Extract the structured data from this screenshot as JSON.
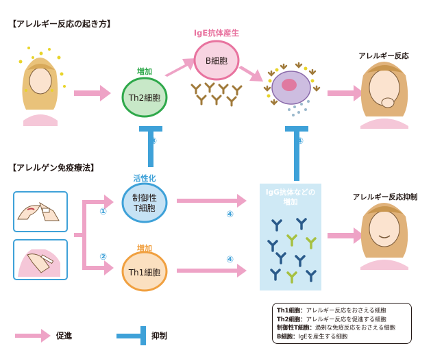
{
  "title_reaction": "【アレルギー反応の起き方】",
  "title_therapy": "【アレルゲン免疫療法】",
  "ige_production": "IgE抗体産生",
  "b_cell": "B細胞",
  "th2_increase": "増加",
  "th2_cell": "Th2細胞",
  "reaction_label": "アレルギー反応",
  "activation": "活性化",
  "treg_line1": "制御性",
  "treg_line2": "T細胞",
  "th1_increase": "増加",
  "th1_cell": "Th1細胞",
  "igg_line1": "IgG抗体などの",
  "igg_line2": "増加",
  "suppression_label": "アレルギー反応抑制",
  "num1": "①",
  "num2": "②",
  "num3": "③",
  "num4": "④",
  "legend_promote": "促進",
  "legend_suppress": "抑制",
  "definitions": [
    {
      "term": "Th1細胞：",
      "desc": "アレルギー反応をおさえる細胞"
    },
    {
      "term": "Th2細胞：",
      "desc": "アレルギー反応を促進する細胞"
    },
    {
      "term": "制御性T細胞：",
      "desc": "過剰な免疫反応をおさえる細胞"
    },
    {
      "term": "B細胞：",
      "desc": "IgEを産生する細胞"
    }
  ],
  "colors": {
    "promote_arrow": "#eea3c6",
    "suppress_bar": "#3ea1d8",
    "th2_green": "#2ea84a",
    "b_pink": "#e8739f",
    "th1_orange": "#f0a040",
    "igg_bg": "#cfe9f5"
  }
}
